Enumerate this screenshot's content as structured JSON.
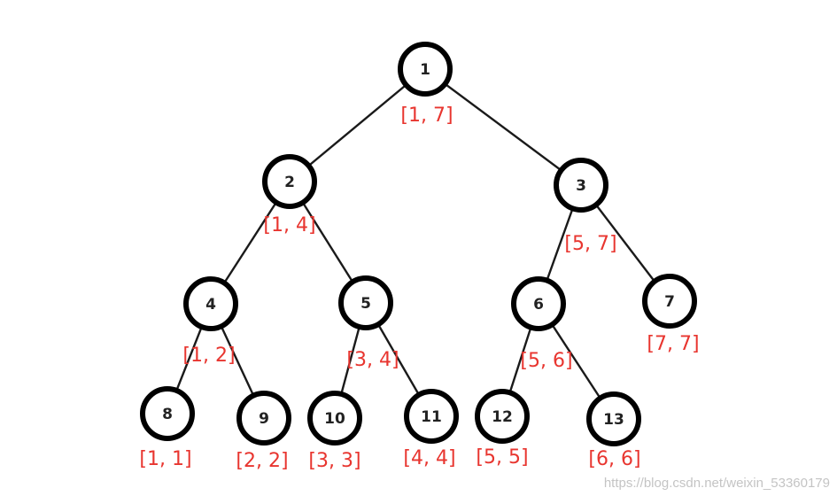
{
  "tree": {
    "nodes": [
      {
        "id": "1",
        "range": "[1, 7]"
      },
      {
        "id": "2",
        "range": "[1, 4]"
      },
      {
        "id": "3",
        "range": "[5, 7]"
      },
      {
        "id": "4",
        "range": "[1, 2]"
      },
      {
        "id": "5",
        "range": "[3, 4]"
      },
      {
        "id": "6",
        "range": "[5, 6]"
      },
      {
        "id": "7",
        "range": "[7, 7]"
      },
      {
        "id": "8",
        "range": "[1, 1]"
      },
      {
        "id": "9",
        "range": "[2, 2]"
      },
      {
        "id": "10",
        "range": "[3, 3]"
      },
      {
        "id": "11",
        "range": "[4, 4]"
      },
      {
        "id": "12",
        "range": "[5, 5]"
      },
      {
        "id": "13",
        "range": "[6, 6]"
      }
    ],
    "edges": [
      [
        "1",
        "2"
      ],
      [
        "1",
        "3"
      ],
      [
        "2",
        "4"
      ],
      [
        "2",
        "5"
      ],
      [
        "3",
        "6"
      ],
      [
        "3",
        "7"
      ],
      [
        "4",
        "8"
      ],
      [
        "4",
        "9"
      ],
      [
        "5",
        "10"
      ],
      [
        "5",
        "11"
      ],
      [
        "6",
        "12"
      ],
      [
        "6",
        "13"
      ]
    ]
  },
  "colors": {
    "node_stroke": "#000000",
    "edge": "#1a1a1a",
    "range_label": "#e8352f",
    "watermark": "#c4c4c4"
  },
  "watermark": "https://blog.csdn.net/weixin_53360179"
}
